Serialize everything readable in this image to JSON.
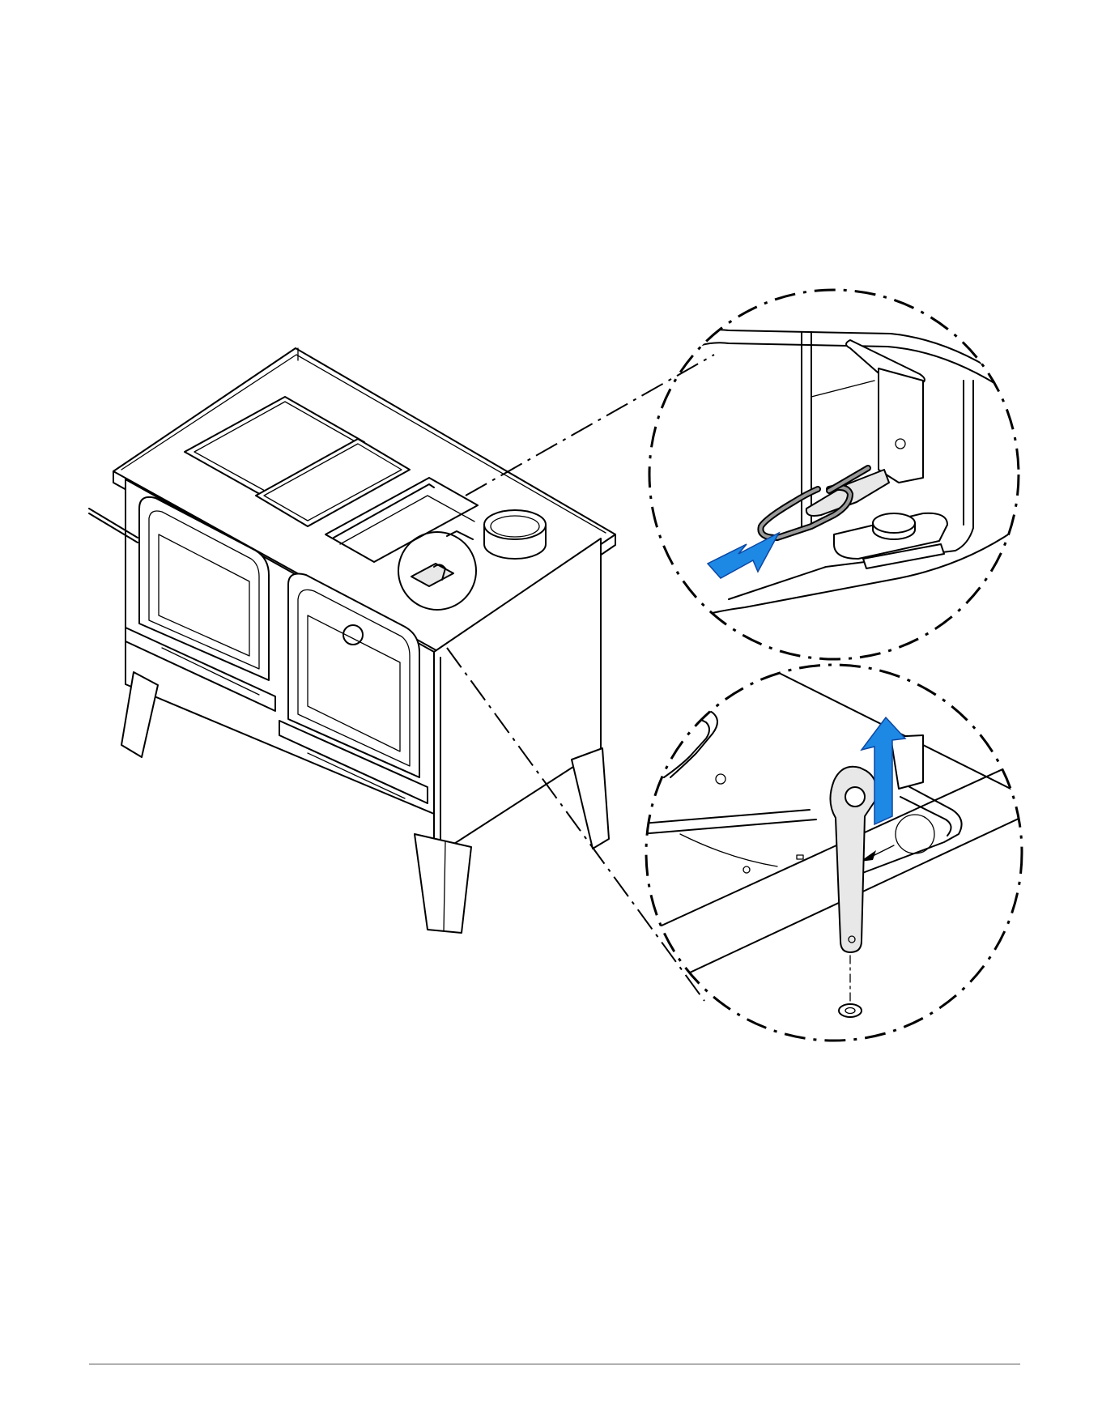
{
  "figure": {
    "colors": {
      "line": "#000000",
      "arrow_fill": "#1e88e5",
      "part_fill": "#d9d9d9",
      "background": "#ffffff"
    },
    "views": [
      {
        "name": "main-view-stove"
      },
      {
        "name": "detail-view-top",
        "arrow_icon": "pull-arrow-icon"
      },
      {
        "name": "detail-view-bottom",
        "arrow_icon": "lift-arrow-icon"
      }
    ]
  }
}
